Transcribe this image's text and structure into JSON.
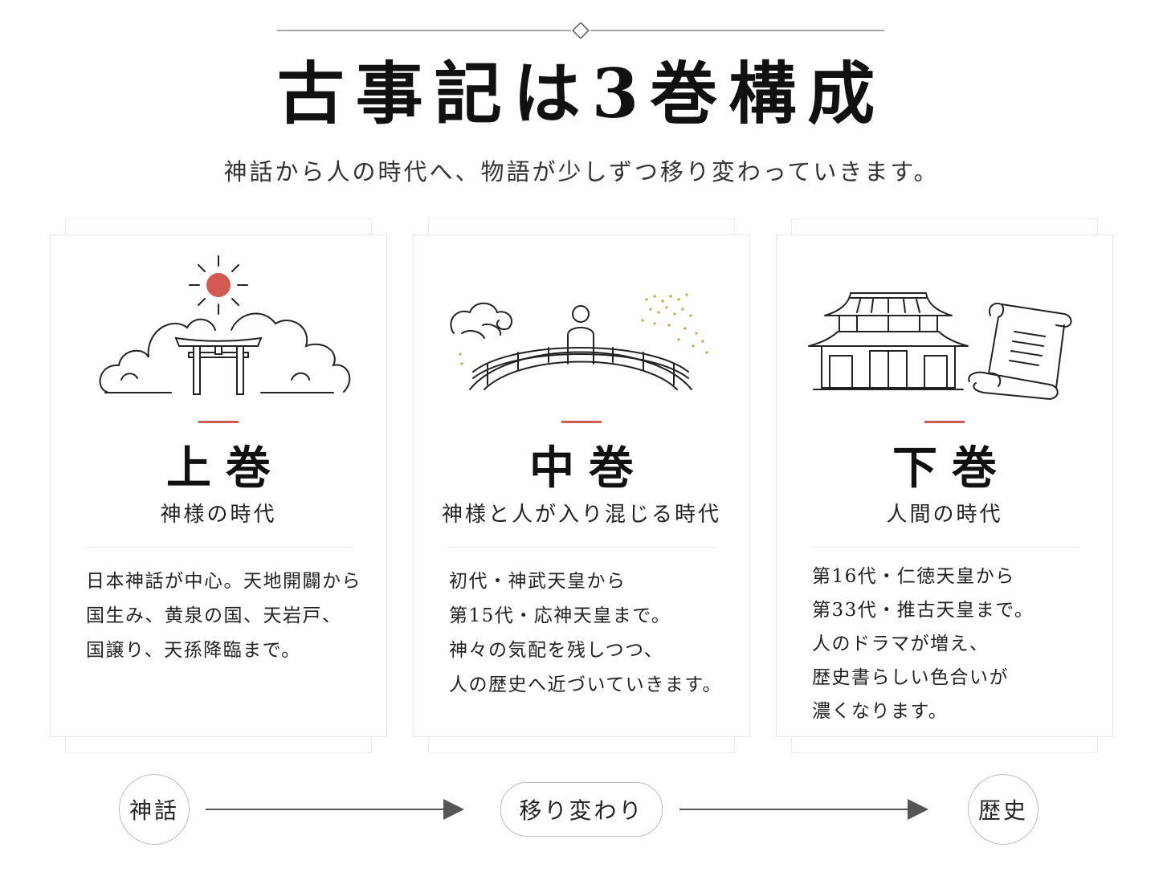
{
  "title": "古事記は3巻構成",
  "subtitle": "神話から人の時代へ、物語が少しずつ移り変わっていきます。",
  "colors": {
    "accent": "#d25a52",
    "text": "#1a1a1a",
    "line": "#555555"
  },
  "cards": [
    {
      "volume": "上巻",
      "era": "神様の時代",
      "icon": "torii-sun-clouds-icon",
      "lines": [
        "日本神話が中心。天地開闢から",
        "国生み、黄泉の国、天岩戸、",
        "国譲り、天孫降臨まで。"
      ]
    },
    {
      "volume": "中巻",
      "era": "神様と人が入り混じる時代",
      "icon": "bridge-figure-icon",
      "lines": [
        "初代・神武天皇から",
        "第15代・応神天皇まで。",
        "神々の気配を残しつつ、",
        "人の歴史へ近づいていきます。"
      ]
    },
    {
      "volume": "下巻",
      "era": "人間の時代",
      "icon": "palace-scroll-icon",
      "lines": [
        "第16代・仁徳天皇から",
        "第33代・推古天皇まで。",
        "人のドラマが増え、",
        "歴史書らしい色合いが",
        "濃くなります。"
      ]
    }
  ],
  "flow": [
    "神話",
    "移り変わり",
    "歴史"
  ]
}
